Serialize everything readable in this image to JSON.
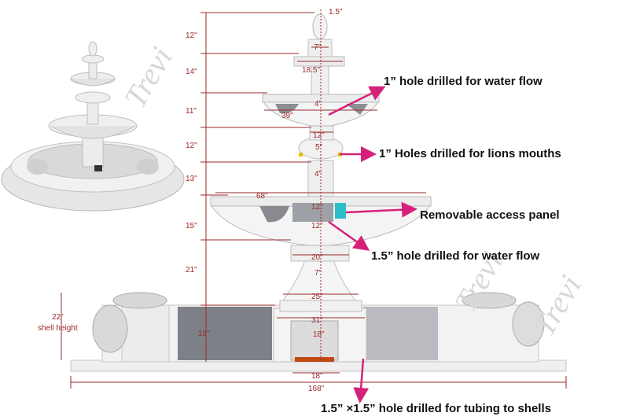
{
  "dimensions": {
    "top_width": "1.5\"",
    "top_tier_width": "7\"",
    "finial_base_width": "18.5\"",
    "upper_bowl_width": "39\"",
    "pipe_4_upper": "4\"",
    "collar_12_upper": "12\"",
    "lion_band": "5\"",
    "pipe_4_mid": "4\"",
    "lower_bowl_width": "68\"",
    "panel_12_top": "12\"",
    "panel_12_bottom": "12\"",
    "pedestal_top_width": "20\"",
    "pedestal_neck": "7\"",
    "pedestal_mid_width": "25\"",
    "pedestal_base_width": "31\"",
    "inner_base": "18\"",
    "ground_base": "18\"",
    "overall_width": "168\"",
    "h_12_top": "12\"",
    "h_14": "14\"",
    "h_11": "11\"",
    "h_12_mid": "12\"",
    "h_13": "13\"",
    "h_15": "15\"",
    "h_21": "21\"",
    "h_18": "18\"",
    "shell_height_value": "22\"",
    "shell_height_label": "shell height"
  },
  "callouts": {
    "water_flow_1": "1” hole drilled for water flow",
    "lions_mouths": "1” Holes drilled for lions mouths",
    "access_panel": "Removable access panel",
    "water_flow_15": "1.5” hole drilled for water flow",
    "tubing": "1.5” ×1.5” hole drilled for tubing to shells"
  },
  "watermark": "Trevi",
  "colors": {
    "dimension": "#9a2a2a",
    "arrow": "#d6217a",
    "access_panel": "#2bc0c8",
    "hole": "#e6c200"
  }
}
